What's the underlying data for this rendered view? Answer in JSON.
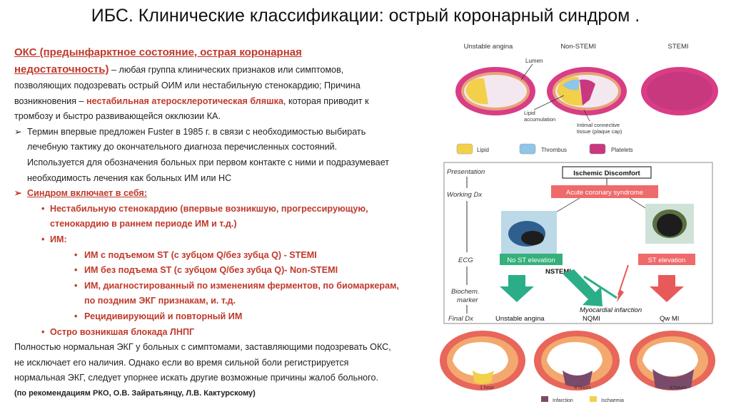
{
  "title": "ИБС. Клинические классификации: острый коронарный синдром .",
  "left": {
    "def_heading_1": "ОКС (предынфарктное состояние, острая коронарная",
    "def_heading_2": "недостаточность)",
    "def_rest_1": " – любая группа клинических признаков или симптомов,",
    "def_line2": "позволяющих подозревать острый ОИМ или нестабильную стенокардию; Причина",
    "def_line3_a": "возникновения – ",
    "def_line3_red": "нестабильная атеросклеротическая бляшка",
    "def_line3_b": ", которая приводит к",
    "def_line4": "тромбозу и быстро развивающейся окклюзии КА.",
    "term_1": "Термин впервые предложен Fuster в 1985 г. в связи с необходимостью выбирать",
    "term_2": "лечебную тактику до окончательного диагноза перечисленных состояний.",
    "term_3": "Используется для обозначения больных при первом контакте с ними и подразумевает",
    "term_4": "необходимость лечения как больных ИМ или НС",
    "includes": "Синдром включает в себя:",
    "unstable_1": "Нестабильную стенокардию (впервые возникшую, прогрессирующую,",
    "unstable_2": "стенокардию в раннем периоде ИМ и т.д.)",
    "mi": "ИМ:",
    "stemi": "ИМ с подъемом ST (с зубцом Q/без зубца Q) - STEMI",
    "nstemi": "ИМ без подъема ST (с зубцом Q/без зубца Q)- Non-STEMI",
    "enzyme_1": "ИМ, диагностированный по изменениям ферментов, по биомаркерам,",
    "enzyme_2": "по поздним ЭКГ признакам, и. т.д.",
    "recurrent": "Рецидивирующий и повторный ИМ",
    "lbbb": "Остро возникшая блокада ЛНПГ",
    "p1": "Полностью нормальная ЭКГ у больных с симптомами, заставляющими подозревать ОКС,",
    "p2": "не исключает его наличия. Однако если во время сильной боли регистрируется",
    "p3": "нормальная ЭКГ, следует упорнее искать другие возможные причины жалоб больного.",
    "note": "(по рекомендациям РКО, О.В. Зайратьянцу, Л.В. Кактурскому)"
  },
  "figure": {
    "top_labels": [
      "Unstable angina",
      "Non-STEMI",
      "STEMI"
    ],
    "lumen": "Lumen",
    "lipid_acc_1": "Lipid",
    "lipid_acc_2": "accumulation",
    "intimal_1": "Intimal connective",
    "intimal_2": "tissue (plaque cap)",
    "legend": [
      "Lipid",
      "Thrombus",
      "Platelets"
    ],
    "presentation": "Presentation",
    "working_dx": "Working Dx",
    "ecg": "ECG",
    "biochem_1": "Biochem.",
    "biochem_2": "marker",
    "final_dx": "Final Dx",
    "ischemic": "Ischemic Discomfort",
    "acs": "Acute coronary syndrome",
    "no_st": "No ST elevation",
    "st": "ST elevation",
    "nstemi": "NSTEMI",
    "unstable_angina": "Unstable angina",
    "mi": "Myocardial infarction",
    "nqmi": "NQMI",
    "qwmi": "Qw MI",
    "hours": [
      "1 hour",
      "4 hours",
      "8 hours"
    ],
    "legend_bottom": [
      "Infarction",
      "Ischaemia"
    ]
  },
  "colors": {
    "red_text": "#c0392b",
    "lipid": "#f2d04a",
    "thrombus": "#8ec5e8",
    "platelets": "#c8387e",
    "pink_box": "#ef6a6a",
    "green_box": "#35b07b",
    "teal_arrow": "#2bae87",
    "red_arrow": "#e85a5a"
  }
}
